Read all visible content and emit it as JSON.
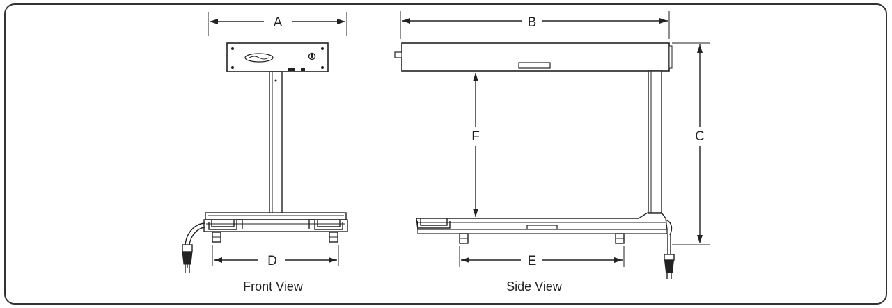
{
  "dimensions": {
    "a": "A",
    "b": "B",
    "c": "C",
    "d": "D",
    "e": "E",
    "f": "F"
  },
  "captions": {
    "front": "Front View",
    "side": "Side View"
  },
  "colors": {
    "ink": "#222222",
    "border": "#333333",
    "background": "#ffffff"
  }
}
